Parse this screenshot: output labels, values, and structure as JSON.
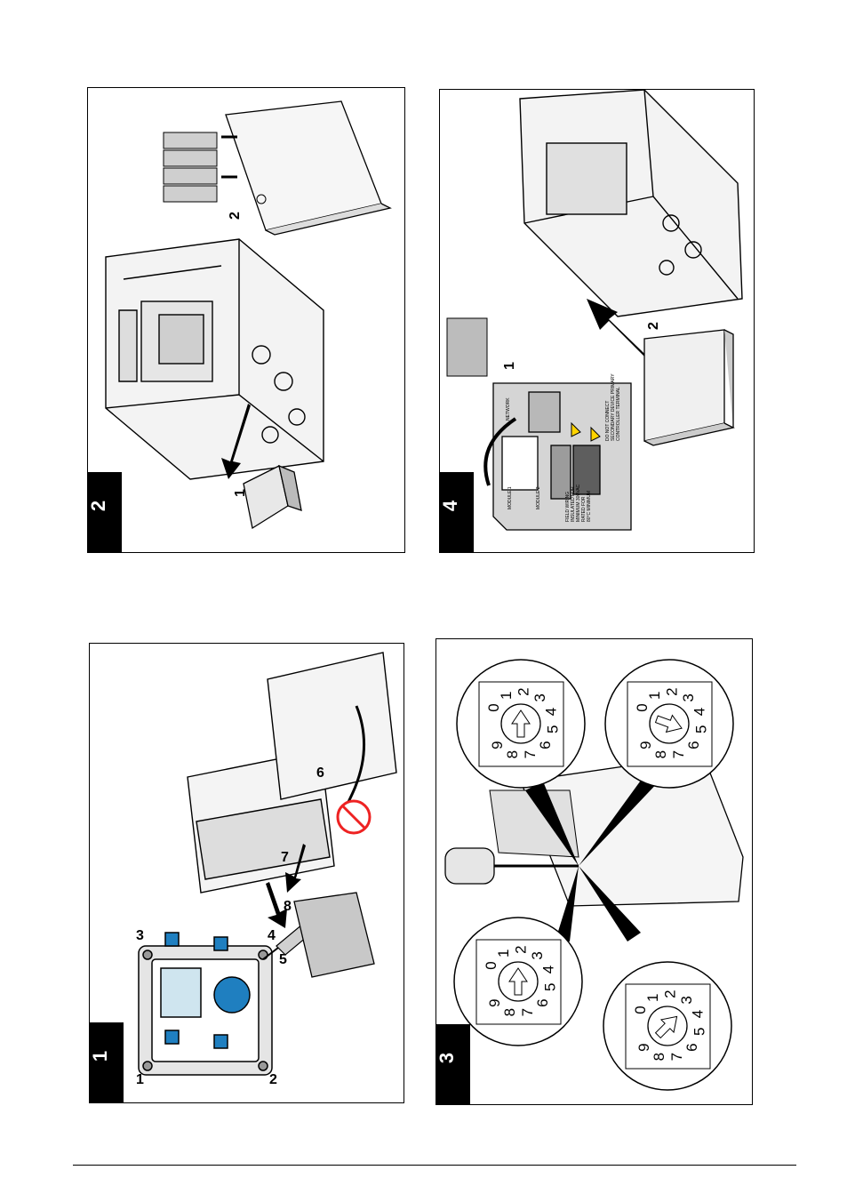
{
  "panels": [
    {
      "step": "2",
      "callouts": [
        "1",
        "2"
      ]
    },
    {
      "step": "4",
      "callouts": [
        "1",
        "2"
      ],
      "label_text": {
        "module1": "MODULE 1",
        "module2": "MODULE 2",
        "network": "NETWORK",
        "field_wiring": "FIELD WIRING",
        "line1": "INSULATED FOR",
        "line2": "MINIMUM 300VAC",
        "line3": "RATED FOR",
        "line4": "80°C MINIMUM",
        "warn1": "DO NOT CONNECT",
        "warn2": "SECONDARY DEVICE PRIMARY",
        "warn3": "CONTROLLER TERMINAL"
      }
    },
    {
      "step": "1",
      "callouts": [
        "1",
        "2",
        "3",
        "4",
        "5",
        "6",
        "7",
        "8"
      ]
    },
    {
      "step": "3",
      "dial_digits": [
        "0",
        "1",
        "2",
        "3",
        "4",
        "5",
        "6",
        "7",
        "8",
        "9"
      ]
    }
  ]
}
